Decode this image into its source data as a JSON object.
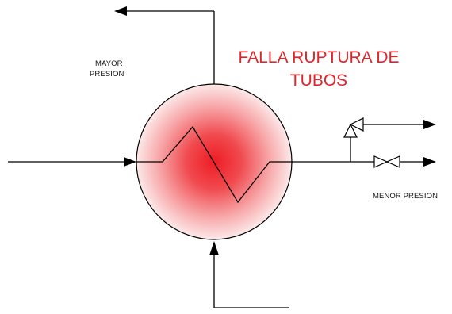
{
  "title_line1": "FALLA RUPTURA DE",
  "title_line2": "TUBOS",
  "label_high_pressure_line1": "MAYOR",
  "label_high_pressure_line2": "PRESION",
  "label_low_pressure": "MENOR PRESION",
  "colors": {
    "line": "#000000",
    "title": "#e0262b",
    "label": "#111111",
    "exchanger_center": "#ee1c24",
    "exchanger_edge": "#fbe9e9",
    "background": "#ffffff"
  },
  "icons": {
    "relief_valve": "relief-valve-symbol",
    "gate_valve": "gate-valve-symbol",
    "exchanger": "heat-exchanger-circle"
  }
}
